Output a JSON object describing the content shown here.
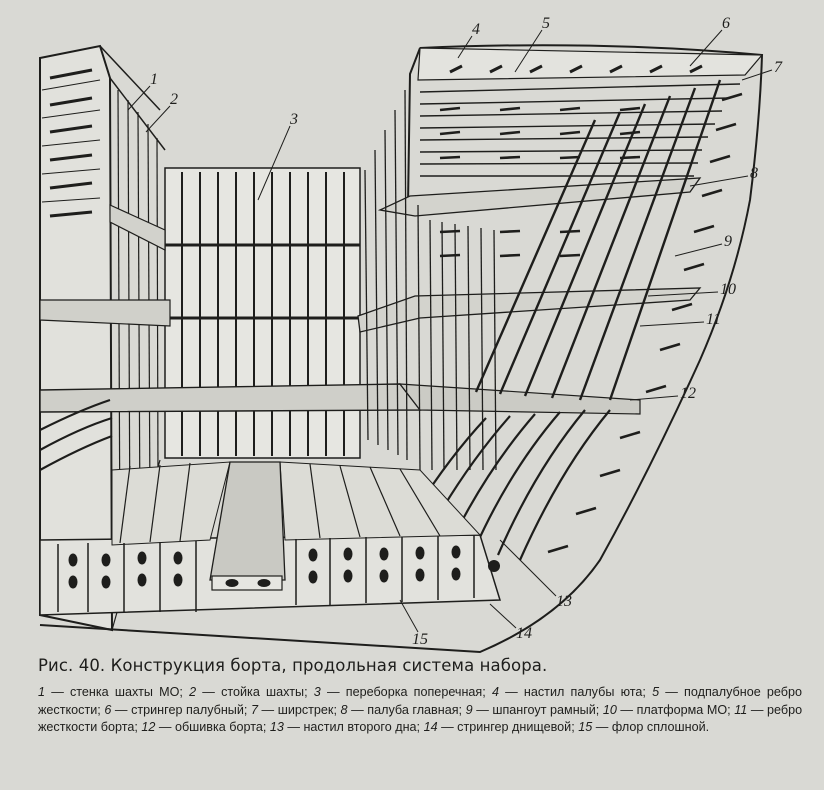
{
  "caption": "Рис. 40. Конструкция борта, продольная система набора.",
  "callouts": [
    "1",
    "2",
    "3",
    "4",
    "5",
    "6",
    "7",
    "8",
    "9",
    "10",
    "11",
    "12",
    "13",
    "14",
    "15"
  ],
  "legend": [
    {
      "num": "1",
      "text": "стенка шахты МО;"
    },
    {
      "num": "2",
      "text": "стойка шахты;"
    },
    {
      "num": "3",
      "text": "переборка поперечная;"
    },
    {
      "num": "4",
      "text": "настил палубы юта;"
    },
    {
      "num": "5",
      "text": "подпалубное ребро жесткости;"
    },
    {
      "num": "6",
      "text": "стрингер палубный;"
    },
    {
      "num": "7",
      "text": "ширстрек;"
    },
    {
      "num": "8",
      "text": "палуба главная;"
    },
    {
      "num": "9",
      "text": "шпангоут рамный;"
    },
    {
      "num": "10",
      "text": "платформа МО;"
    },
    {
      "num": "11",
      "text": "ребро жесткости борта;"
    },
    {
      "num": "12",
      "text": "обшивка борта;"
    },
    {
      "num": "13",
      "text": "настил второго дна;"
    },
    {
      "num": "14",
      "text": "стрингер днищевой;"
    },
    {
      "num": "15",
      "text": "флор сплошной."
    }
  ],
  "colors": {
    "ink": "#1e1e1c",
    "paper": "#d9d9d4",
    "plate": "#e4e4df"
  }
}
